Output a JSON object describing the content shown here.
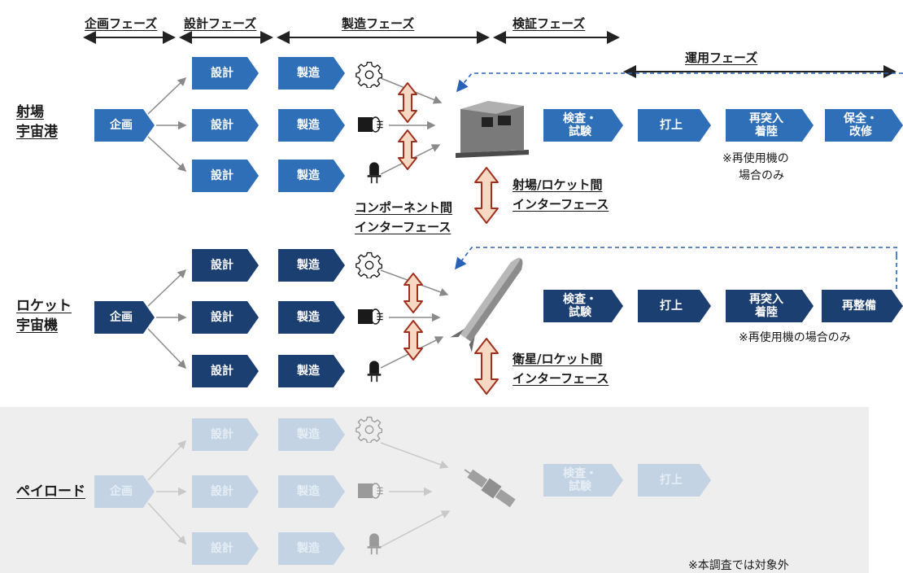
{
  "phases": {
    "planning": "企画フェーズ",
    "design": "設計フェーズ",
    "manufacturing": "製造フェーズ",
    "verification": "検証フェーズ",
    "operation": "運用フェーズ"
  },
  "rows": {
    "spaceport": {
      "label_line1": "射場",
      "label_line2": "宇宙港"
    },
    "rocket": {
      "label_line1": "ロケット",
      "label_line2": "宇宙機"
    },
    "payload": {
      "label": "ペイロード"
    }
  },
  "blocks": {
    "plan": "企画",
    "design": "設計",
    "manufacture": "製造",
    "inspect_line1": "検査・",
    "inspect_line2": "試験",
    "launch": "打上",
    "reentry_line1": "再突入",
    "reentry_line2": "着陸",
    "maintenance_line1": "保全・",
    "maintenance_line2": "改修",
    "refurbish": "再整備"
  },
  "interfaces": {
    "component_line1": "コンポーネント間",
    "component_line2": "インターフェース",
    "pad_rocket_line1": "射場/ロケット間",
    "pad_rocket_line2": "インターフェース",
    "sat_rocket_line1": "衛星/ロケット間",
    "sat_rocket_line2": "インターフェース"
  },
  "notes": {
    "reuse_line1": "※再使用機の",
    "reuse_line2": "場合のみ",
    "reuse_single": "※再使用機の場合のみ",
    "out_of_scope": "※本調査では対象外"
  },
  "colors": {
    "light_blue": "#2f6fb8",
    "dark_navy": "#1c3f72",
    "arrow_red": "#a0301c",
    "arrow_fill": "#f7d9c3",
    "dashed_blue": "#2a62b8",
    "faded": "#c3d3e3"
  }
}
